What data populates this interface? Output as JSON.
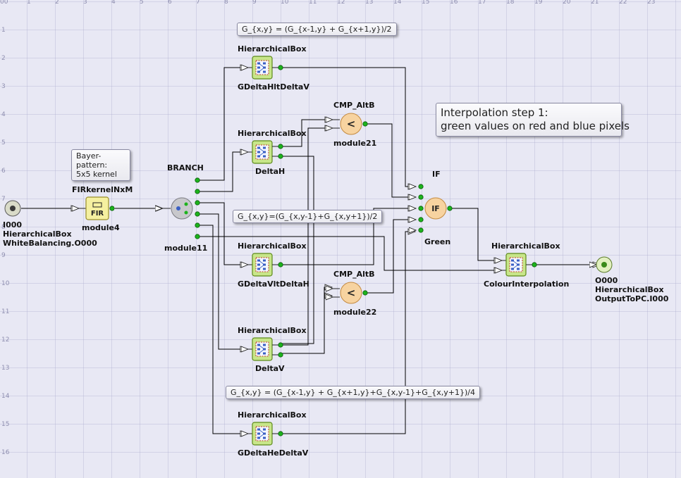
{
  "ruler": {
    "columns": [
      "00",
      "1",
      "2",
      "3",
      "4",
      "5",
      "6",
      "7",
      "8",
      "9",
      "10",
      "11",
      "12",
      "13",
      "14",
      "15",
      "16",
      "17",
      "18",
      "19",
      "20",
      "21",
      "22",
      "23"
    ],
    "rows": [
      "1",
      "2",
      "3",
      "4",
      "5",
      "6",
      "7",
      "8",
      "9",
      "10",
      "11",
      "12",
      "13",
      "14",
      "15",
      "16"
    ]
  },
  "nodes": {
    "input": {
      "id": "I000",
      "type": "HierarchicalBox",
      "name": "WhiteBalancing.O000"
    },
    "fir": {
      "type": "FIRkernelNxM",
      "icon_text": "FIR",
      "name": "module4"
    },
    "branch": {
      "type": "BRANCH",
      "name": "module11"
    },
    "h1": {
      "type": "HierarchicalBox",
      "name": "GDeltaHltDeltaV"
    },
    "cmp1": {
      "type": "CMP_AltB",
      "symbol": "<",
      "name": "module21"
    },
    "h2": {
      "type": "HierarchicalBox",
      "name": "DeltaH"
    },
    "ifn": {
      "type": "IF",
      "symbol": "IF",
      "name": "Green"
    },
    "h3": {
      "type": "HierarchicalBox",
      "name": "GDeltaVltDeltaH"
    },
    "cmp2": {
      "type": "CMP_AltB",
      "symbol": "<",
      "name": "module22"
    },
    "h4": {
      "type": "HierarchicalBox",
      "name": "DeltaV"
    },
    "h5": {
      "type": "HierarchicalBox",
      "name": "GDeltaHeDeltaV"
    },
    "ci": {
      "type": "HierarchicalBox",
      "name": "ColourInterpolation"
    },
    "output": {
      "id": "O000",
      "type": "HierarchicalBox",
      "name": "OutputToPC.I000"
    }
  },
  "notes": {
    "formula1": "G_{x,y} = (G_{x-1,y} + G_{x+1,y})/2",
    "formula2": "G_{x,y}=(G_{x,y-1}+G_{x,y+1})/2",
    "formula3": "G_{x,y} = (G_{x-1,y} + G_{x+1,y}+G_{x,y-1}+G_{x,y+1})/4",
    "bayer_line1": "Bayer-pattern:",
    "bayer_line2": "5x5 kernel",
    "title_line1": "Interpolation step 1:",
    "title_line2": "green values on red and blue pixels"
  },
  "colors": {
    "background": "#e8e8f4",
    "wire": "#000000",
    "port": "#1db31d",
    "hier_box": "#c8e68a",
    "fir_box": "#f5f0a0",
    "compare": "#f7d3a0",
    "branch": "#c8c8cc",
    "terminal": "#d9dbc8"
  }
}
